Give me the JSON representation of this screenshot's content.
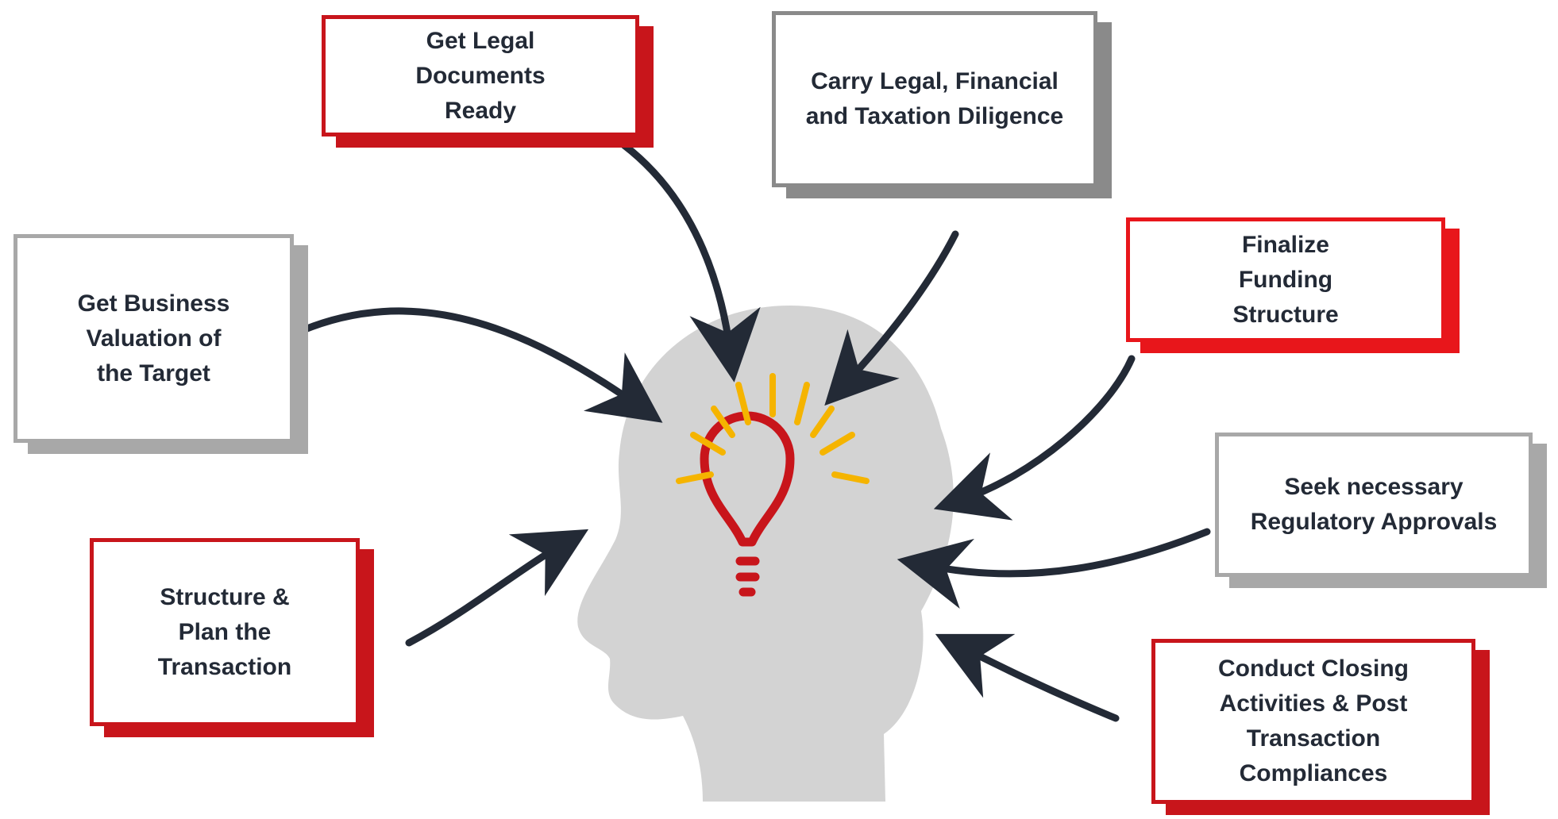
{
  "diagram": {
    "steps": [
      {
        "id": "legal-documents",
        "label": "Get Legal\nDocuments\nReady",
        "style": "red"
      },
      {
        "id": "diligence",
        "label": "Carry Legal, Financial\nand Taxation Diligence",
        "style": "grey"
      },
      {
        "id": "valuation",
        "label": "Get Business\nValuation of\nthe Target",
        "style": "light-grey"
      },
      {
        "id": "funding",
        "label": "Finalize\nFunding\nStructure",
        "style": "bright-red"
      },
      {
        "id": "regulatory",
        "label": "Seek necessary\nRegulatory Approvals",
        "style": "light-grey"
      },
      {
        "id": "structure",
        "label": "Structure &\nPlan the\nTransaction",
        "style": "red"
      },
      {
        "id": "closing",
        "label": "Conduct Closing\nActivities & Post\nTransaction\nCompliances",
        "style": "red"
      }
    ],
    "center_icon": "head-with-lightbulb-icon",
    "colors": {
      "red": "#c8151b",
      "bright_red": "#e8161b",
      "grey": "#8a8a8a",
      "light_grey": "#a8a8a8",
      "arrow": "#232a36",
      "head": "#d3d3d3",
      "bulb": "#c8151b",
      "rays": "#f5b400"
    }
  }
}
